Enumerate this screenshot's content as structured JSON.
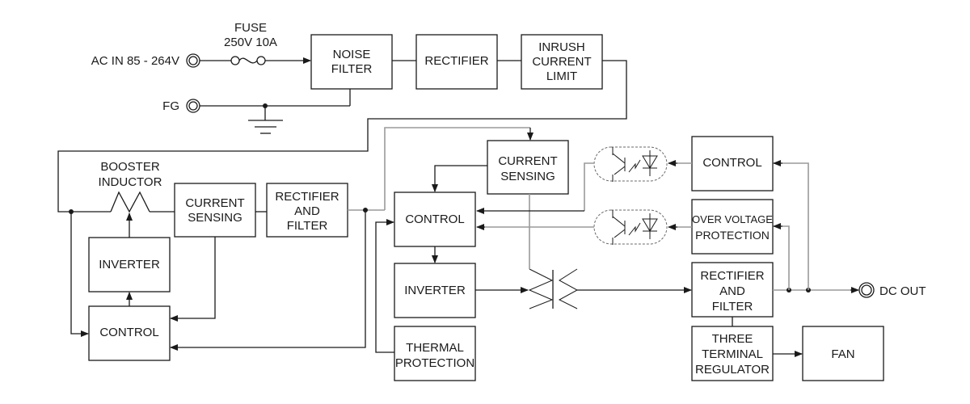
{
  "title": "Power supply block diagram",
  "terminals": {
    "ac_in": "AC IN 85 - 264V",
    "fg": "FG",
    "dc_out": "DC OUT"
  },
  "fuse": {
    "label": "FUSE",
    "rating": "250V 10A"
  },
  "blocks": {
    "noise_filter": [
      "NOISE",
      "FILTER"
    ],
    "rectifier_primary": [
      "RECTIFIER"
    ],
    "inrush_current_limit": [
      "INRUSH",
      "CURRENT",
      "LIMIT"
    ],
    "booster_inductor_label": [
      "BOOSTER",
      "INDUCTOR"
    ],
    "pfc_current_sensing": [
      "CURRENT",
      "SENSING"
    ],
    "pfc_rectifier_filter": [
      "RECTIFIER",
      "AND",
      "FILTER"
    ],
    "pfc_inverter": [
      "INVERTER"
    ],
    "pfc_control": [
      "CONTROL"
    ],
    "main_current_sensing": [
      "CURRENT",
      "SENSING"
    ],
    "main_control": [
      "CONTROL"
    ],
    "main_inverter": [
      "INVERTER"
    ],
    "thermal_protection": [
      "THERMAL",
      "PROTECTION"
    ],
    "secondary_control": [
      "CONTROL"
    ],
    "over_voltage_protection": [
      "OVER VOLTAGE",
      "PROTECTION"
    ],
    "secondary_rectifier_filter": [
      "RECTIFIER",
      "AND",
      "FILTER"
    ],
    "three_terminal_regulator": [
      "THREE",
      "TERMINAL",
      "REGULATOR"
    ],
    "fan": [
      "FAN"
    ]
  },
  "symbols": {
    "connector": "connector-icon",
    "fuse": "fuse-icon",
    "ground": "ground-icon",
    "inductor": "inductor-icon",
    "transformer": "transformer-icon",
    "photocoupler": "photocoupler-icon"
  },
  "colors": {
    "line": "#1a1a1a",
    "secondary_line": "#9a9a9a",
    "background": "#ffffff"
  }
}
